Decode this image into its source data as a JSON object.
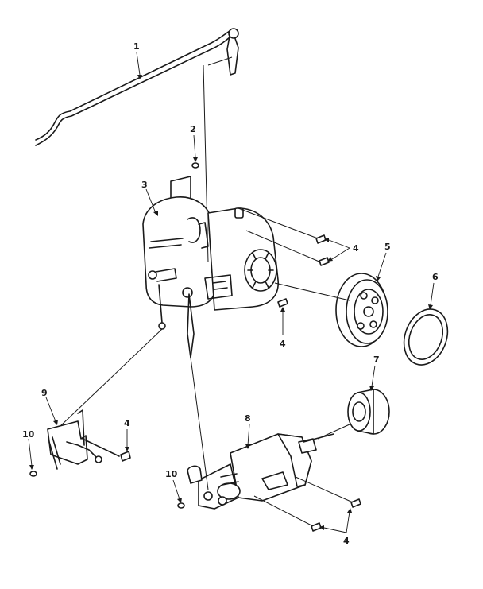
{
  "callouts": {
    "c1": "1",
    "c2": "2",
    "c3": "3",
    "c4a": "4",
    "c4b": "4",
    "c4c": "4",
    "c4d": "4",
    "c5": "5",
    "c6": "6",
    "c7": "7",
    "c8": "8",
    "c9": "9",
    "c10a": "10",
    "c10b": "10"
  }
}
